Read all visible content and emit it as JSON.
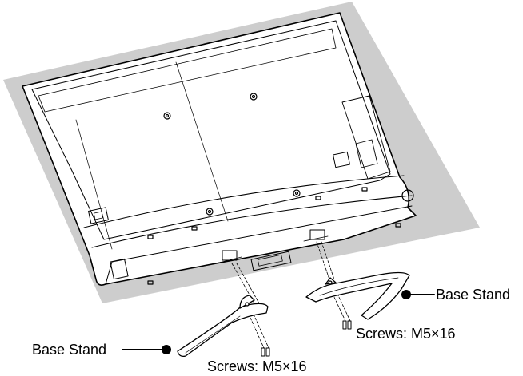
{
  "labels": {
    "base_stand_right": "Base Stand",
    "base_stand_left": "Base Stand",
    "screws_right": "Screws: M5×16",
    "screws_left": "Screws: M5×16"
  },
  "colors": {
    "mat": "#cdcdcd",
    "line": "#000000",
    "panel": "#ffffff"
  }
}
